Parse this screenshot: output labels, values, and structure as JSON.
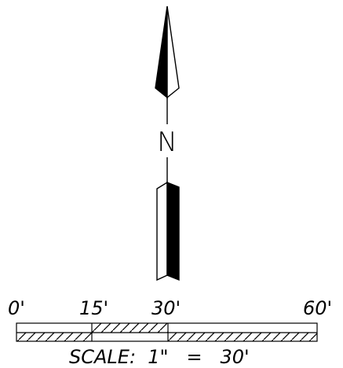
{
  "north_arrow": {
    "label": "N"
  },
  "scale_bar": {
    "tick_labels": [
      "0'",
      "15'",
      "30'",
      "60'"
    ],
    "scale_text": "SCALE:  1\"   =   30'"
  },
  "colors": {
    "ink": "#000000",
    "paper": "#ffffff"
  }
}
